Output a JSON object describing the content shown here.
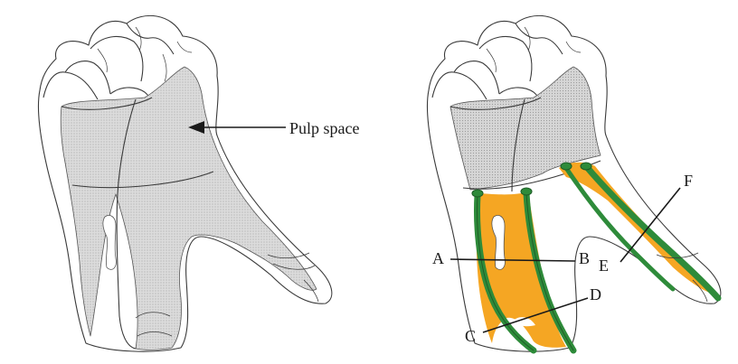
{
  "labels": {
    "pulp_space": "Pulp space",
    "a": "A",
    "b": "B",
    "c": "C",
    "d": "D",
    "e": "E",
    "f": "F"
  },
  "colors": {
    "outline": "#3a3a3a",
    "pulp_fill": "#d9d9d9",
    "canal_green": "#2e8b3a",
    "canal_orange": "#f5a623",
    "background": "#ffffff"
  }
}
